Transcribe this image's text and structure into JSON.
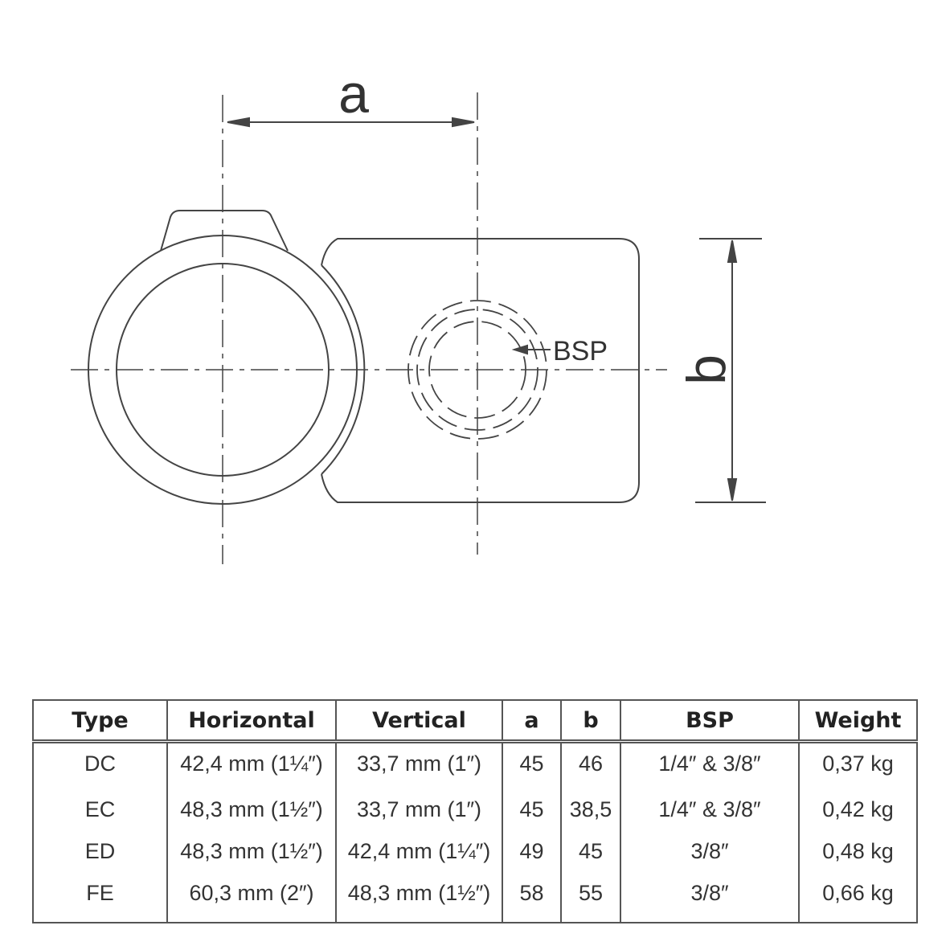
{
  "drawing": {
    "dim_a_label": "a",
    "dim_b_label": "b",
    "bsp_label": "BSP"
  },
  "table": {
    "headers": [
      "Type",
      "Horizontal",
      "Vertical",
      "a",
      "b",
      "BSP",
      "Weight"
    ],
    "rows": [
      [
        "DC",
        "42,4 mm (1¼″)",
        "33,7 mm (1″)",
        "45",
        "46",
        "1/4″ & 3/8″",
        "0,37 kg"
      ],
      [
        "EC",
        "48,3 mm (1½″)",
        "33,7 mm (1″)",
        "45",
        "38,5",
        "1/4″ & 3/8″",
        "0,42 kg"
      ],
      [
        "ED",
        "48,3 mm (1½″)",
        "42,4 mm (1¼″)",
        "49",
        "45",
        "3/8″",
        "0,48 kg"
      ],
      [
        "FE",
        "60,3 mm (2″)",
        "48,3 mm (1½″)",
        "58",
        "55",
        "3/8″",
        "0,66 kg"
      ]
    ]
  }
}
